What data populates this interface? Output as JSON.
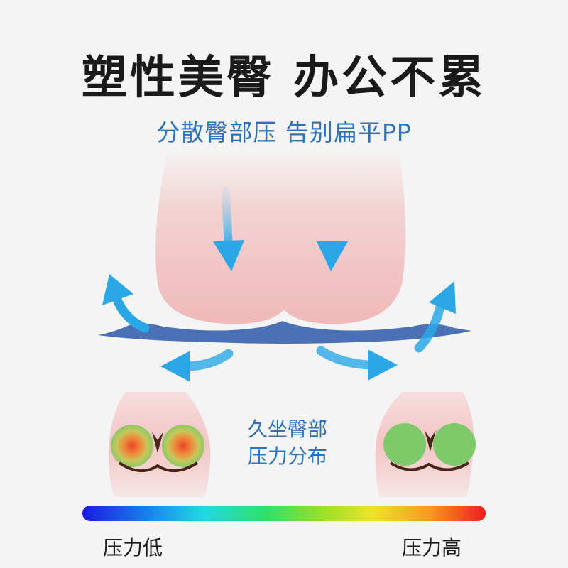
{
  "headline": "塑性美臀 办公不累",
  "subheadline": "分散臀部压 告别扁平PP",
  "center_label": {
    "line1": "久坐臀部",
    "line2": "压力分布"
  },
  "scale": {
    "low_label": "压力低",
    "high_label": "压力高"
  },
  "colors": {
    "headline": "#1a1a1a",
    "accent_blue": "#2f73b6",
    "arrow_blue": "#2aa8e6",
    "cushion": "#4a70b5",
    "skin": "#f2b6b6",
    "low_pressure_green": "#7ec96a",
    "high_pressure_red": "#e8442c"
  }
}
